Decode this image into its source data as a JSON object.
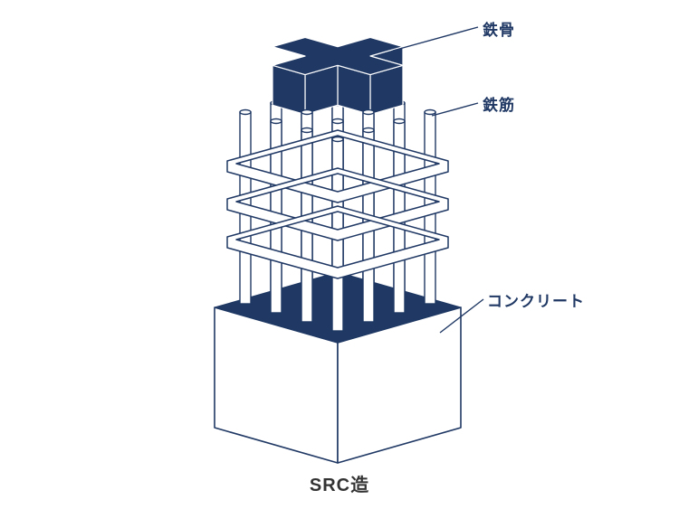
{
  "title": "SRC造",
  "labels": {
    "steel_frame": "鉄骨",
    "rebar": "鉄筋",
    "concrete": "コンクリート"
  },
  "colors": {
    "navy": "#1f3864",
    "caption": "#333333",
    "background": "#ffffff"
  }
}
